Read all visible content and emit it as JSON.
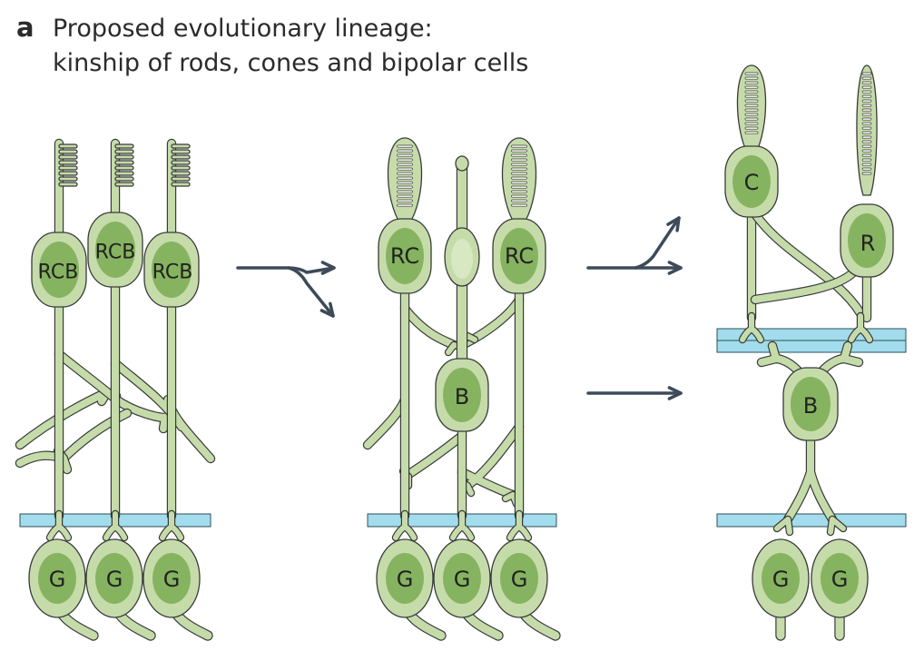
{
  "figure": {
    "panel_letter": "a",
    "title_line1": "Proposed evolutionary lineage:",
    "title_line2": "kinship of rods, cones and bipolar cells"
  },
  "labels": {
    "rcb": "RCB",
    "rc": "RC",
    "b": "B",
    "g": "G",
    "c": "C",
    "r": "R"
  },
  "colors": {
    "cell_fill": "#c5dcaa",
    "nucleus_fill": "#86b360",
    "outline": "#3a3a3a",
    "plexiform_layer": "#a3dcec",
    "arrow": "#3d4b58"
  }
}
